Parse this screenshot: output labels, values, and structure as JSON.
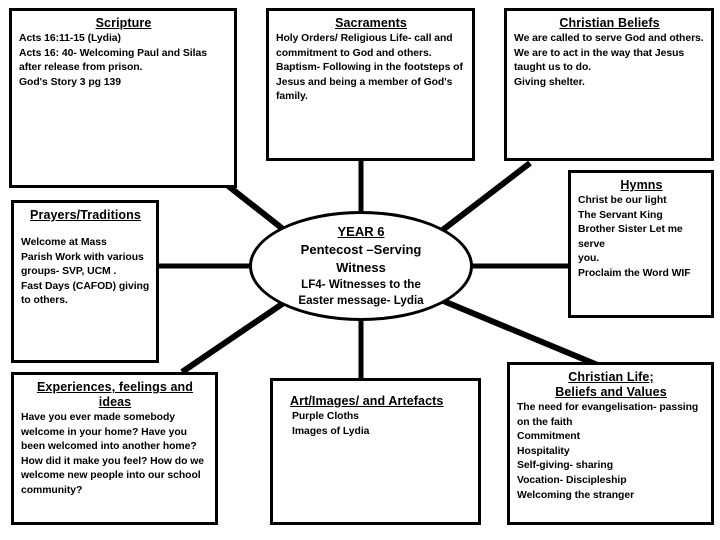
{
  "diagram": {
    "type": "mind-map",
    "page_background": "#ffffff",
    "stroke_color": "#000000",
    "center": {
      "name": "year-6-topic",
      "heading": "YEAR 6",
      "main": "Pentecost –Serving\nWitness",
      "sub": "LF4- Witnesses to the\nEaster message- Lydia"
    },
    "nodes": [
      {
        "id": "scripture",
        "title": "Scripture",
        "title_align": "center",
        "body": "Acts 16:11-15 (Lydia)\nActs 16: 40- Welcoming Paul and Silas\nafter release from prison.\nGod's Story  3 pg 139"
      },
      {
        "id": "sacraments",
        "title": "Sacraments",
        "title_align": "center",
        "body": "Holy Orders/ Religious Life- call and\ncommitment to God and others.\nBaptism- Following in the footsteps of\nJesus and being a member of God's\nfamily."
      },
      {
        "id": "christian-beliefs",
        "title": "Christian Beliefs",
        "title_align": "center",
        "body": "We are called to serve God and others.\nWe are to act in the way that Jesus\ntaught us to do.\nGiving shelter."
      },
      {
        "id": "hymns",
        "title": "Hymns",
        "title_align": "center",
        "body": "Christ be our light\nThe Servant King\nBrother Sister Let me serve\nyou.\nProclaim the Word WIF"
      },
      {
        "id": "prayers-traditions",
        "title": "Prayers/Traditions",
        "title_align": "center",
        "body": "Welcome at Mass\nParish Work with various\ngroups- SVP, UCM .\nFast Days (CAFOD) giving\nto others."
      },
      {
        "id": "experiences-feelings-ideas",
        "title": "Experiences, feelings and\nideas",
        "title_align": "center",
        "body": "Have you ever made somebody\nwelcome in your home? Have you\nbeen welcomed into another home?\nHow did it make you feel? How do we\nwelcome new people into our school\ncommunity?"
      },
      {
        "id": "art-images-artefacts",
        "title": "Art/Images/ and Artefacts",
        "title_align": "left",
        "body": "Purple Cloths\nImages of Lydia"
      },
      {
        "id": "christian-life-beliefs-values",
        "title": "Christian Life;\nBeliefs and Values",
        "title_align": "center",
        "body": "The need for evangelisation- passing\non the faith\nCommitment\nHospitality\nSelf-giving- sharing\nVocation- Discipleship\nWelcoming the stranger"
      }
    ]
  }
}
